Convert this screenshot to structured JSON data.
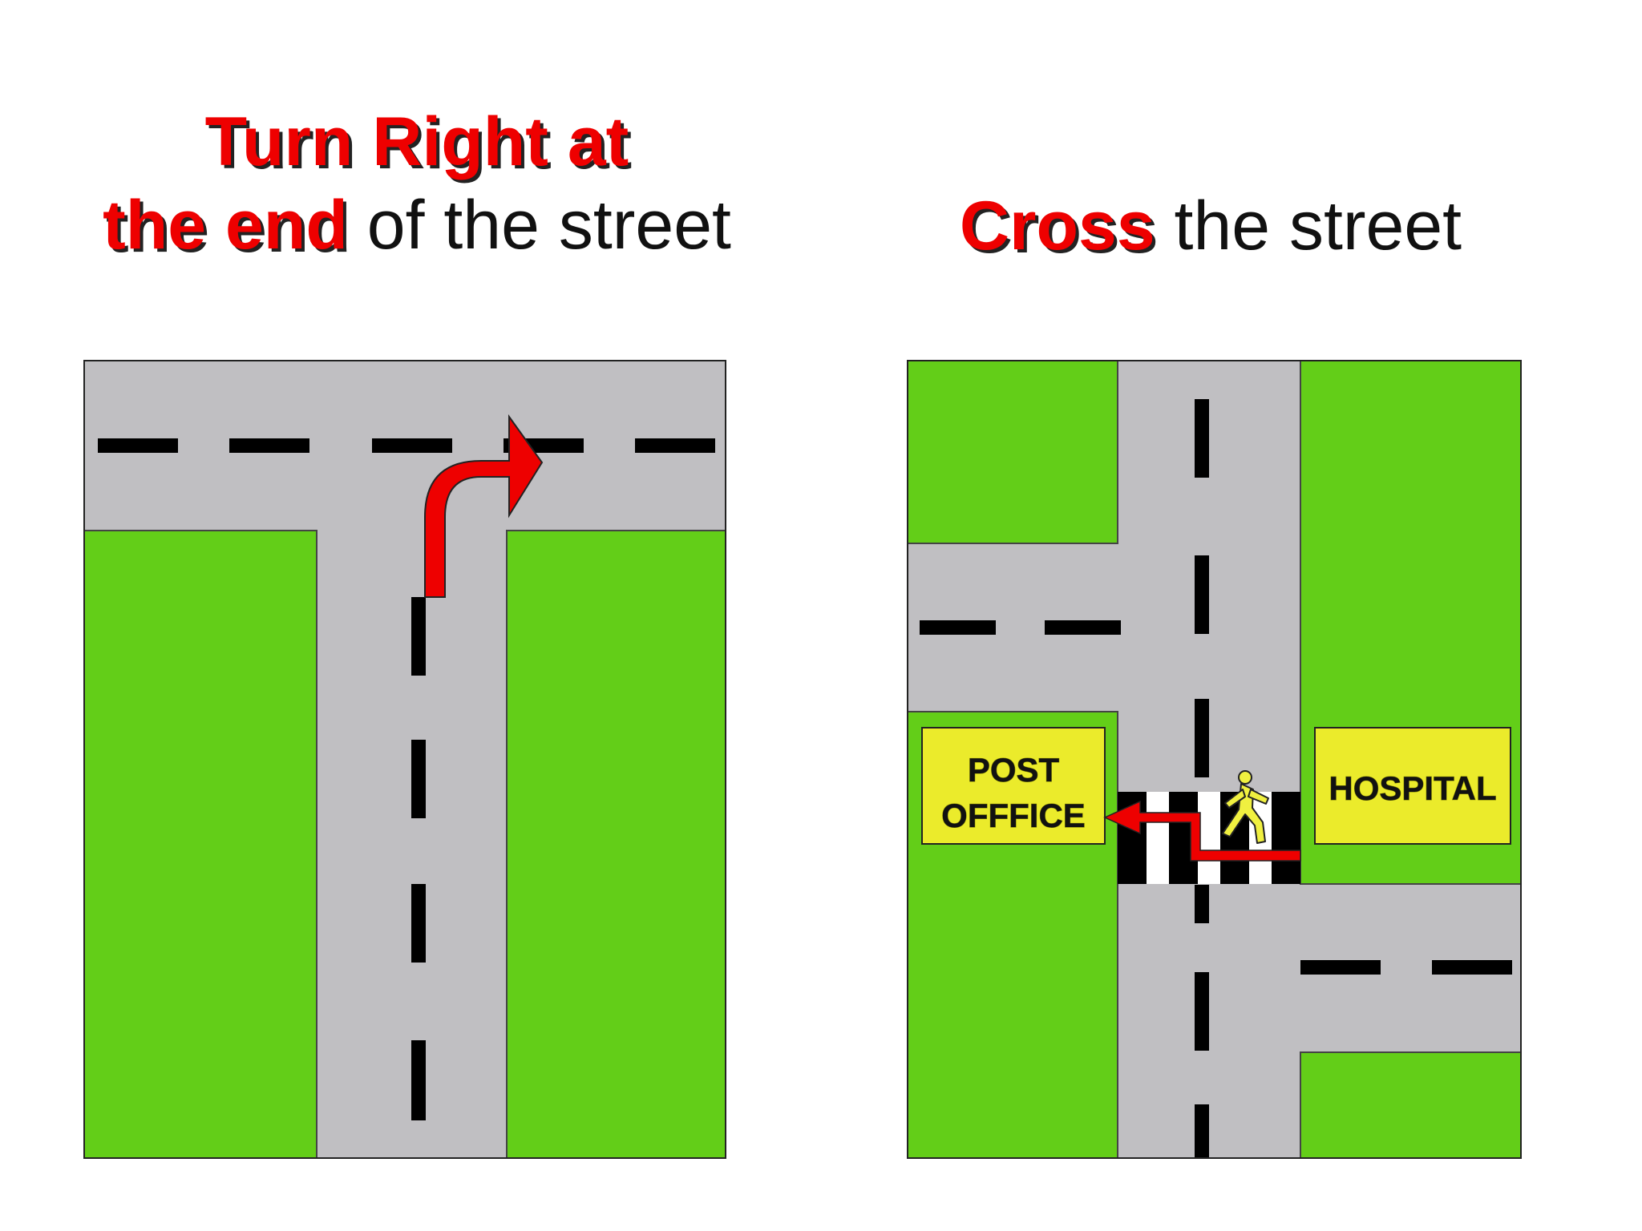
{
  "left_panel": {
    "title_emphasis_line1": "Turn Right at",
    "title_emphasis_line2": "the end",
    "title_rest_line2": " of the street"
  },
  "right_panel": {
    "title_emphasis": "Cross",
    "title_rest": " the street",
    "sign_post_office_line1": "POST",
    "sign_post_office_line2": "OFFFICE",
    "sign_hospital": "HOSPITAL"
  },
  "colors": {
    "grass": "#63ce18",
    "road": "#c0bfc2",
    "lane_marking": "#000000",
    "arrow": "#ee0000",
    "sign": "#ebeb2b",
    "pedestrian": "#f0f040"
  },
  "icons": [
    "right-turn-arrow-icon",
    "pedestrian-icon",
    "route-arrow-icon"
  ]
}
